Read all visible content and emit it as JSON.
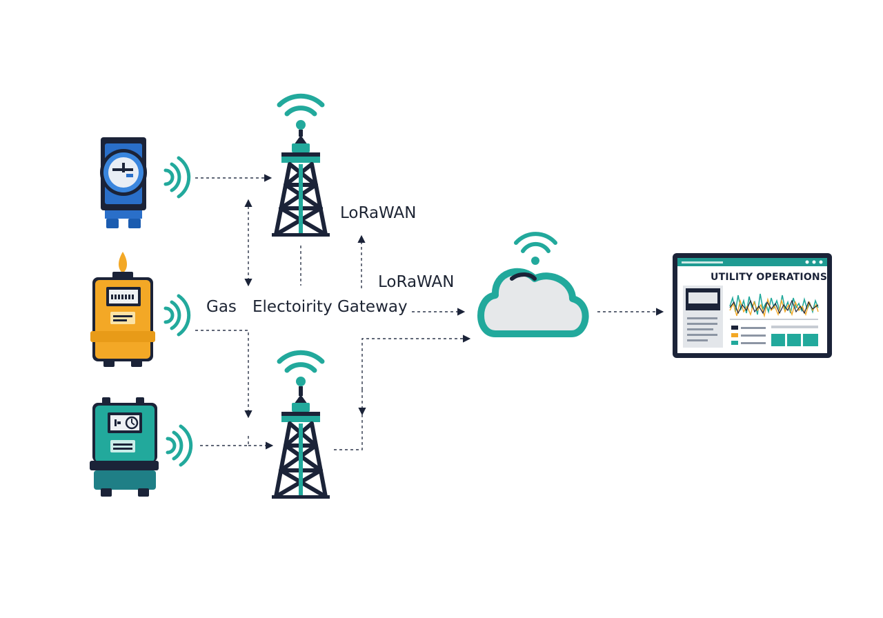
{
  "labels": {
    "protocol_top": "LoRaWAN",
    "protocol_middle": "LoRaWAN",
    "gas": "Gas",
    "electricity_gateway": "Electoirity Gateway",
    "dashboard_title": "UTILITY OPERATIONS"
  },
  "icons": {
    "water_meter": "water-meter-icon",
    "gas_meter": "gas-meter-icon",
    "electric_meter": "electric-meter-icon",
    "gateway": "gateway-tower-icon",
    "cloud": "cloud-icon",
    "dashboard": "dashboard-monitor-icon",
    "signal": "wifi-signal-icon"
  },
  "colors": {
    "navy": "#1b2338",
    "teal": "#22a99c",
    "blue": "#2a6fc9",
    "orange": "#f3a826",
    "cloud_fill": "#e6e8ea"
  }
}
